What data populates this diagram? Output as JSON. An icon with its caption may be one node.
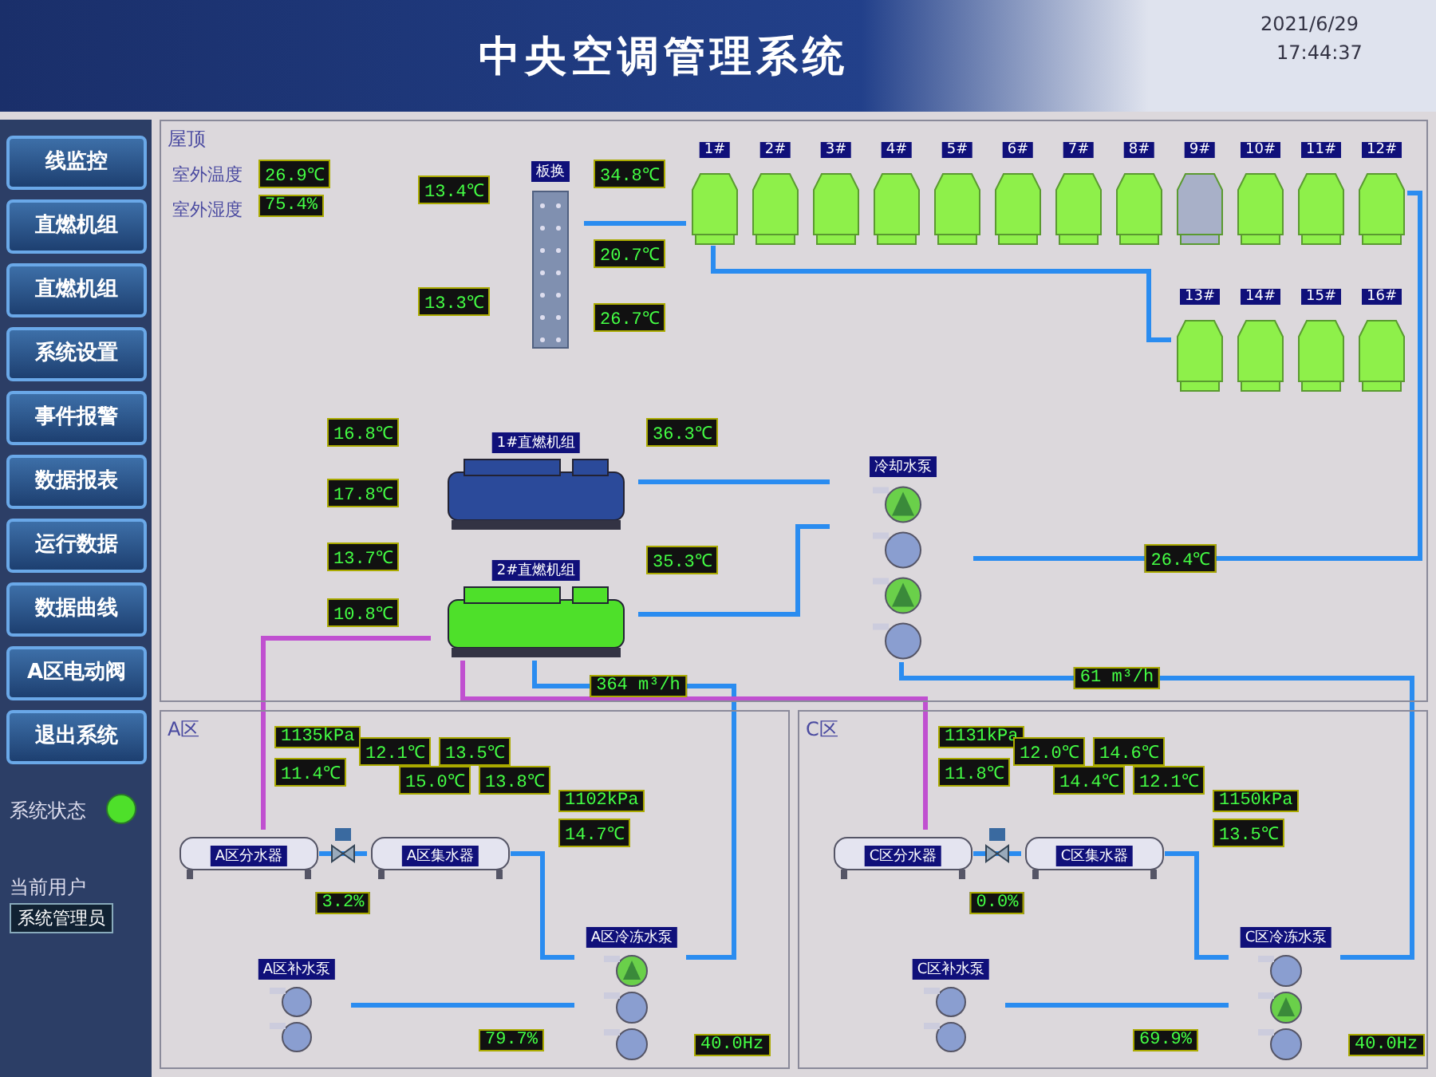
{
  "diagram": {
    "title": "中央空调管理系统",
    "nodes": [
      {
        "text": [
          "屋顶"
        ]
      },
      {
        "text": [
          "A区"
        ]
      },
      {
        "text": [
          "C区"
        ]
      },
      {
        "text": [
          "板换"
        ],
        "in": 0,
        "beside": [
          "13.4℃",
          "13.3℃",
          "20.7℃",
          "26.7℃"
        ]
      },
      {
        "text": [
          "1#"
        ],
        "in": 0
      },
      {
        "text": [
          "2#"
        ],
        "in": 0
      },
      {
        "text": [
          "3#"
        ],
        "in": 0
      },
      {
        "text": [
          "4#"
        ],
        "in": 0
      },
      {
        "text": [
          "5#"
        ],
        "in": 0
      },
      {
        "text": [
          "6#"
        ],
        "in": 0
      },
      {
        "text": [
          "7#"
        ],
        "in": 0
      },
      {
        "text": [
          "8#"
        ],
        "in": 0
      },
      {
        "text": [
          "9#"
        ],
        "in": 0
      },
      {
        "text": [
          "10#"
        ],
        "in": 0
      },
      {
        "text": [
          "11#"
        ],
        "in": 0
      },
      {
        "text": [
          "12#"
        ],
        "in": 0
      },
      {
        "text": [
          "13#"
        ],
        "in": 0
      },
      {
        "text": [
          "14#"
        ],
        "in": 0
      },
      {
        "text": [
          "15#"
        ],
        "in": 0
      },
      {
        "text": [
          "16#"
        ],
        "in": 0
      },
      {
        "text": [
          "1#直燃机组"
        ],
        "in": 0,
        "beside": [
          "16.8℃",
          "36.3℃",
          "17.8℃"
        ]
      },
      {
        "text": [
          "2#直燃机组"
        ],
        "in": 0,
        "beside": [
          "13.7℃",
          "35.3℃",
          "10.8℃"
        ]
      },
      {
        "text": [
          "冷却水泵"
        ],
        "in": 0
      },
      {
        "text": [
          "A区分水器"
        ],
        "in": 1,
        "beside": [
          "1135kPa",
          "11.4℃"
        ]
      },
      {
        "text": [
          "A区集水器"
        ],
        "in": 1,
        "beside": [
          "12.1℃",
          "15.0℃",
          "13.5℃",
          "13.8℃",
          "1102kPa",
          "14.7℃"
        ]
      },
      {
        "text": [
          "A区补水泵"
        ],
        "in": 1
      },
      {
        "text": [
          "A区冷冻水泵"
        ],
        "in": 1,
        "beside": [
          "79.7%",
          "40.0Hz"
        ]
      },
      {
        "text": [
          "C区分水器"
        ],
        "in": 2,
        "beside": [
          "1131kPa",
          "11.8℃"
        ]
      },
      {
        "text": [
          "C区集水器"
        ],
        "in": 2,
        "beside": [
          "12.0℃",
          "14.4℃",
          "14.6℃",
          "12.1℃",
          "1150kPa",
          "13.5℃"
        ]
      },
      {
        "text": [
          "C区补水泵"
        ],
        "in": 2
      },
      {
        "text": [
          "C区冷冻水泵"
        ],
        "in": 2,
        "beside": [
          "69.9%",
          "40.0Hz"
        ]
      }
    ],
    "edges": [
      {
        "from": 3,
        "to": 4,
        "arrow": "none"
      },
      {
        "from": 20,
        "to": 22,
        "arrow": "none"
      },
      {
        "from": 21,
        "to": 22,
        "arrow": "none"
      },
      {
        "from": 22,
        "to": 15,
        "arrow": "none",
        "label": "26.4℃"
      },
      {
        "from": 4,
        "to": 16,
        "arrow": "none"
      },
      {
        "from": 23,
        "to": 24,
        "arrow": "none",
        "label": "3.2%"
      },
      {
        "from": 24,
        "to": 26,
        "arrow": "none"
      },
      {
        "from": 25,
        "to": 26,
        "arrow": "none"
      },
      {
        "from": 26,
        "to": 21,
        "arrow": "none",
        "label": "364 m³/h"
      },
      {
        "from": 27,
        "to": 28,
        "arrow": "none",
        "label": "0.0%"
      },
      {
        "from": 28,
        "to": 30,
        "arrow": "none"
      },
      {
        "from": 29,
        "to": 30,
        "arrow": "none"
      },
      {
        "from": 30,
        "to": 22,
        "arrow": "none",
        "label": "61 m³/h"
      },
      {
        "from": 21,
        "to": 23,
        "arrow": "none",
        "color": "#c050d0"
      },
      {
        "from": 21,
        "to": 27,
        "arrow": "none",
        "color": "#c050d0"
      }
    ],
    "labels": [
      "2021/6/29",
      "17:44:37",
      "线监控",
      "直燃机组",
      "直燃机组",
      "系统设置",
      "事件报警",
      "数据报表",
      "运行数据",
      "数据曲线",
      "A区电动阀",
      "退出系统",
      "系统状态",
      "当前用户",
      "系统管理员",
      "室外温度",
      "26.9℃",
      "室外湿度",
      "75.4%",
      "34.8℃"
    ]
  }
}
